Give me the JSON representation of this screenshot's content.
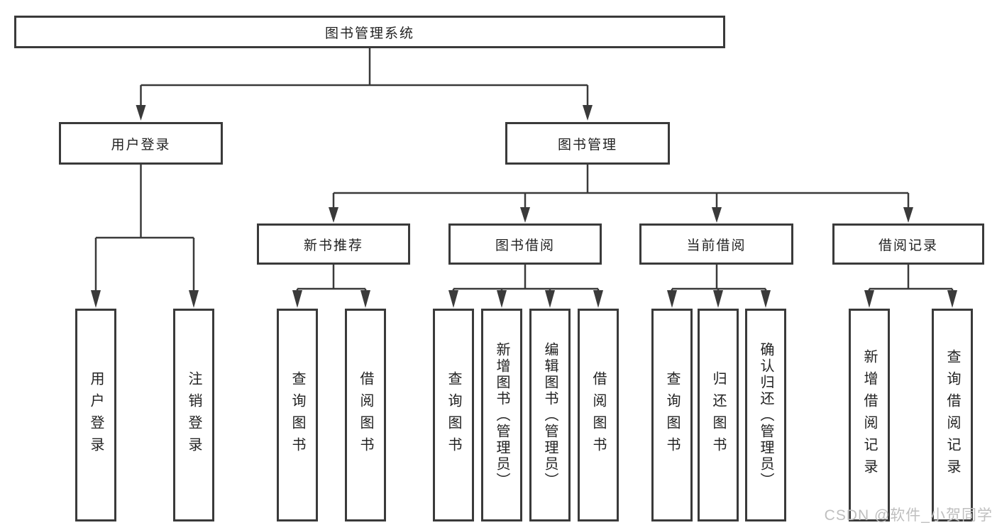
{
  "tree": {
    "label": "图书管理系统",
    "children": [
      {
        "label": "用户登录",
        "children": [
          {
            "label": "用户登录"
          },
          {
            "label": "注销登录"
          }
        ]
      },
      {
        "label": "图书管理",
        "children": [
          {
            "label": "新书推荐",
            "children": [
              {
                "label": "查询图书"
              },
              {
                "label": "借阅图书"
              }
            ]
          },
          {
            "label": "图书借阅",
            "children": [
              {
                "label": "查询图书"
              },
              {
                "label": "新增图书（管理员）"
              },
              {
                "label": "编辑图书（管理员）"
              },
              {
                "label": "借阅图书"
              }
            ]
          },
          {
            "label": "当前借阅",
            "children": [
              {
                "label": "查询图书"
              },
              {
                "label": "归还图书"
              },
              {
                "label": "确认归还（管理员）"
              }
            ]
          },
          {
            "label": "借阅记录",
            "children": [
              {
                "label": "新增借阅记录"
              },
              {
                "label": "查询借阅记录"
              }
            ]
          }
        ]
      }
    ]
  },
  "watermark": {
    "text": "CSDN @软件_小贺同学"
  },
  "colors": {
    "line": "#3a3a3a",
    "border": "#3a3a3a",
    "text": "#222222",
    "background": "#ffffff",
    "watermark": "#bfbfbf"
  }
}
